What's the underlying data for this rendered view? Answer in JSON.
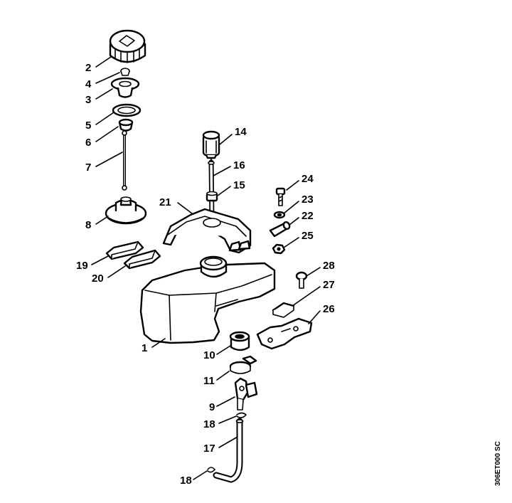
{
  "doc_id": "306ET000 SC",
  "callouts": {
    "c1": "1",
    "c2": "2",
    "c3": "3",
    "c4": "4",
    "c5": "5",
    "c6": "6",
    "c7": "7",
    "c8": "8",
    "c9": "9",
    "c10": "10",
    "c11": "11",
    "c14": "14",
    "c15": "15",
    "c16": "16",
    "c17": "17",
    "c18a": "18",
    "c18b": "18",
    "c19": "19",
    "c20": "20",
    "c21": "21",
    "c22": "22",
    "c23": "23",
    "c24": "24",
    "c25": "25",
    "c26": "26",
    "c27": "27",
    "c28": "28"
  }
}
